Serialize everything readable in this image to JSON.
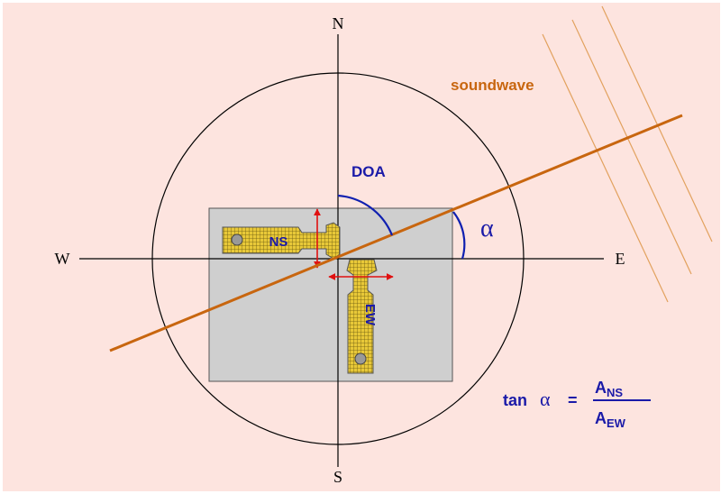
{
  "compass": {
    "north": "N",
    "south": "S",
    "east": "E",
    "west": "W"
  },
  "labels": {
    "doa": "DOA",
    "alpha": "α",
    "soundwave": "soundwave",
    "ns_sensor": "NS",
    "ew_sensor": "EW"
  },
  "formula": {
    "lhs": "tan",
    "alpha": "α",
    "equals": "=",
    "numerator_base": "A",
    "numerator_sub": "NS",
    "denominator_base": "A",
    "denominator_sub": "EW"
  },
  "colors": {
    "background": "#fde4df",
    "soundwave": "#c8660f",
    "arc": "#1020b0",
    "label_blue": "#1a1aa8",
    "plate": "#cfcfcf",
    "sensor": "#e8c838",
    "arrow": "#e01010"
  }
}
